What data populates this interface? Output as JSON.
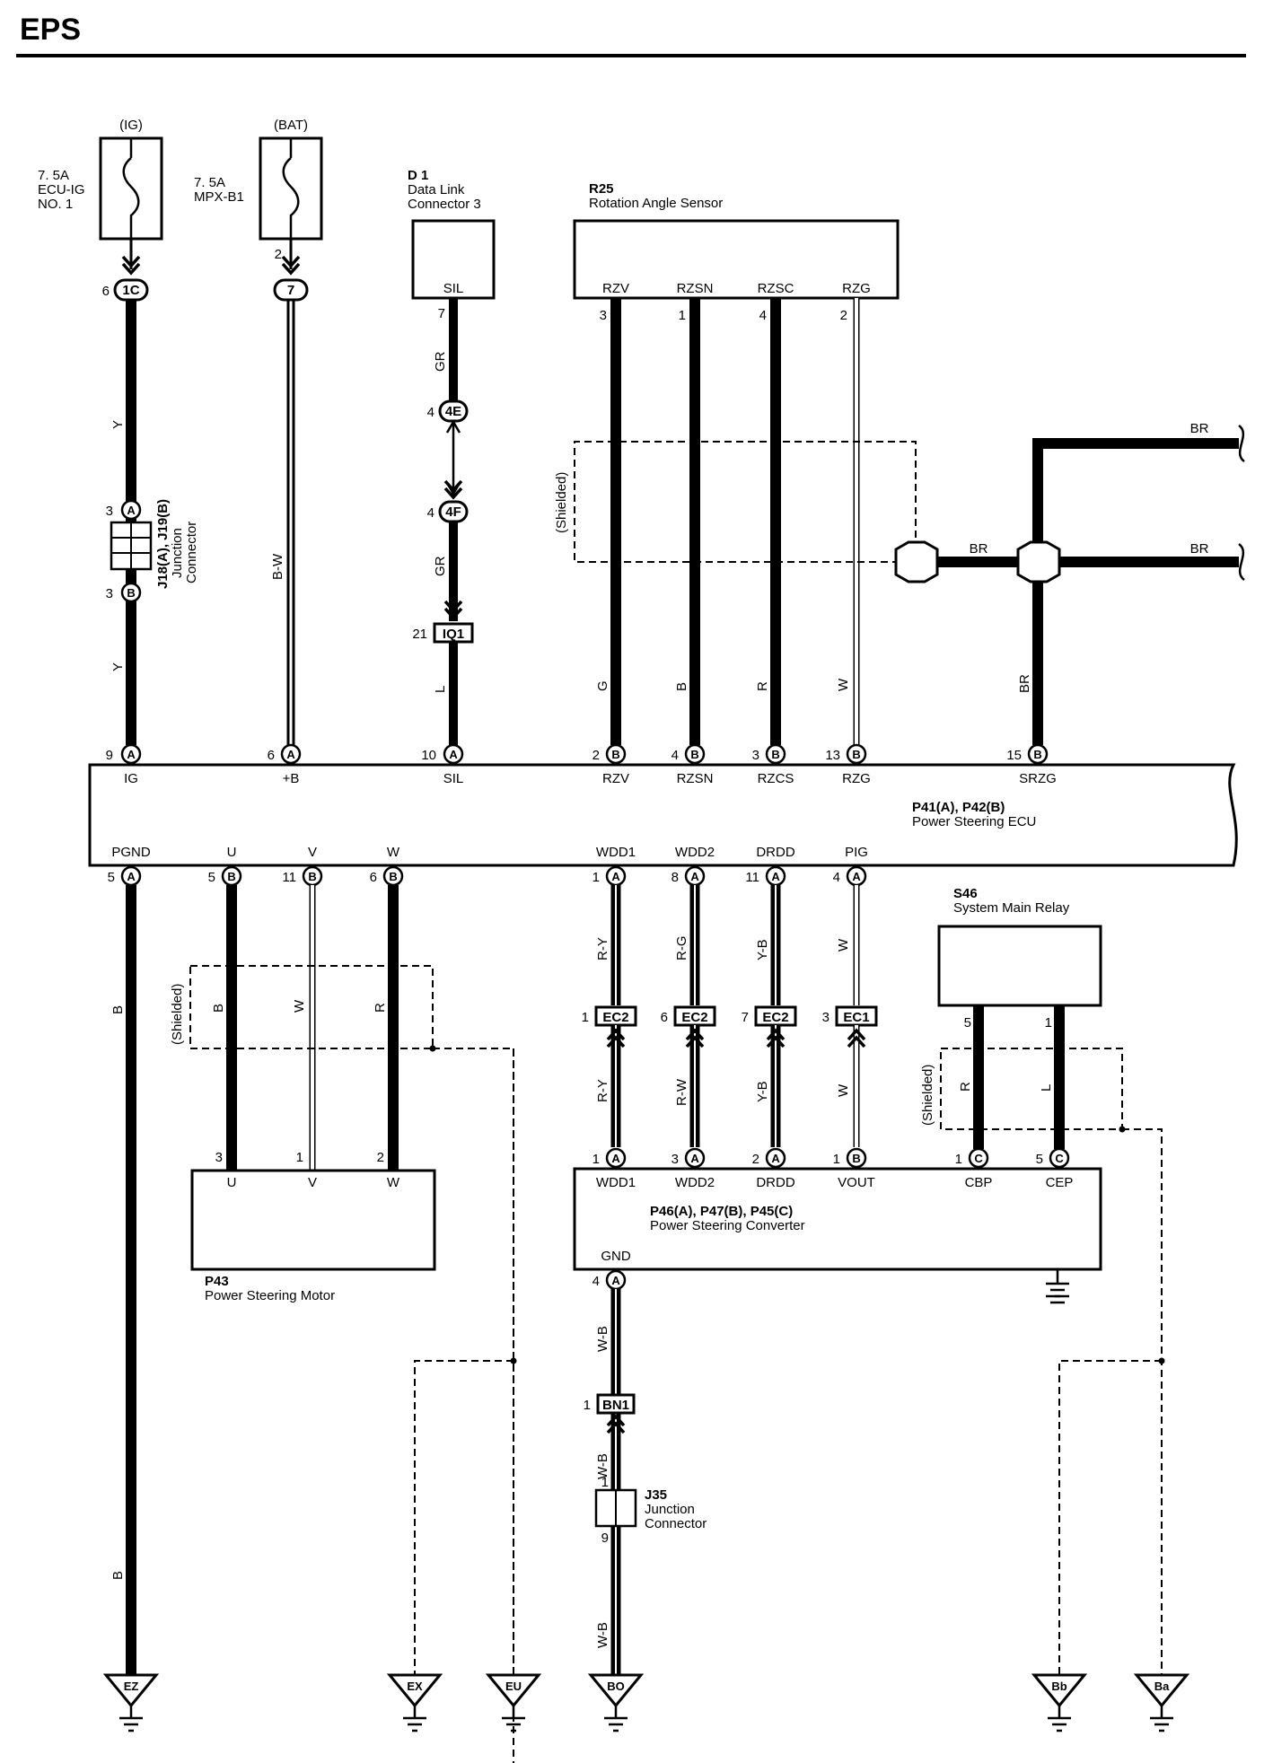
{
  "header": {
    "title": "EPS"
  },
  "fuses": {
    "ig": {
      "source": "(IG)",
      "rating": "7. 5A",
      "name1": "ECU-IG",
      "name2": "NO. 1"
    },
    "bat": {
      "source": "(BAT)",
      "rating": "7. 5A",
      "name1": "MPX-B1"
    }
  },
  "dlc": {
    "code": "D 1",
    "name1": "Data Link",
    "name2": "Connector 3",
    "pin": "SIL"
  },
  "sensor": {
    "code": "R25",
    "name": "Rotation Angle Sensor",
    "pins": [
      "RZV",
      "RZSN",
      "RZSC",
      "RZG"
    ]
  },
  "ecu": {
    "codes": "P41(A), P42(B)",
    "name": "Power Steering ECU",
    "top_pins": [
      "IG",
      "+B",
      "SIL",
      "RZV",
      "RZSN",
      "RZCS",
      "RZG",
      "SRZG"
    ],
    "bottom_pins": [
      "PGND",
      "U",
      "V",
      "W",
      "WDD1",
      "WDD2",
      "DRDD",
      "PIG"
    ]
  },
  "relay": {
    "code": "S46",
    "name": "System Main Relay"
  },
  "motor": {
    "code": "P43",
    "name": "Power Steering Motor",
    "pins": [
      "U",
      "V",
      "W"
    ]
  },
  "converter": {
    "codes": "P46(A), P47(B), P45(C)",
    "name": "Power Steering Converter",
    "pins": [
      "WDD1",
      "WDD2",
      "DRDD",
      "VOUT",
      "CBP",
      "CEP"
    ],
    "gnd": "GND"
  },
  "junction_j18": {
    "codes": "J18(A), J19(B)",
    "name1": "Junction",
    "name2": "Connector"
  },
  "junction_j35": {
    "code": "J35",
    "name1": "Junction",
    "name2": "Connector"
  },
  "shielded_label": "(Shielded)",
  "inline_connectors": [
    "1C",
    "7",
    "4E",
    "4F",
    "IQ1",
    "EC2",
    "EC2",
    "EC2",
    "EC1",
    "BN1"
  ],
  "wire_colors": [
    "Y",
    "Y",
    "B-W",
    "GR",
    "GR",
    "L",
    "G",
    "B",
    "R",
    "W",
    "BR",
    "BR",
    "BR",
    "BR",
    "B",
    "B",
    "B",
    "W",
    "R",
    "R-Y",
    "R-G",
    "Y-B",
    "W",
    "R-Y",
    "R-W",
    "Y-B",
    "W",
    "R",
    "L",
    "W-B",
    "W-B",
    "W-B"
  ],
  "grounds": [
    "EZ",
    "EX",
    "EU",
    "BO",
    "Bb",
    "Ba"
  ]
}
